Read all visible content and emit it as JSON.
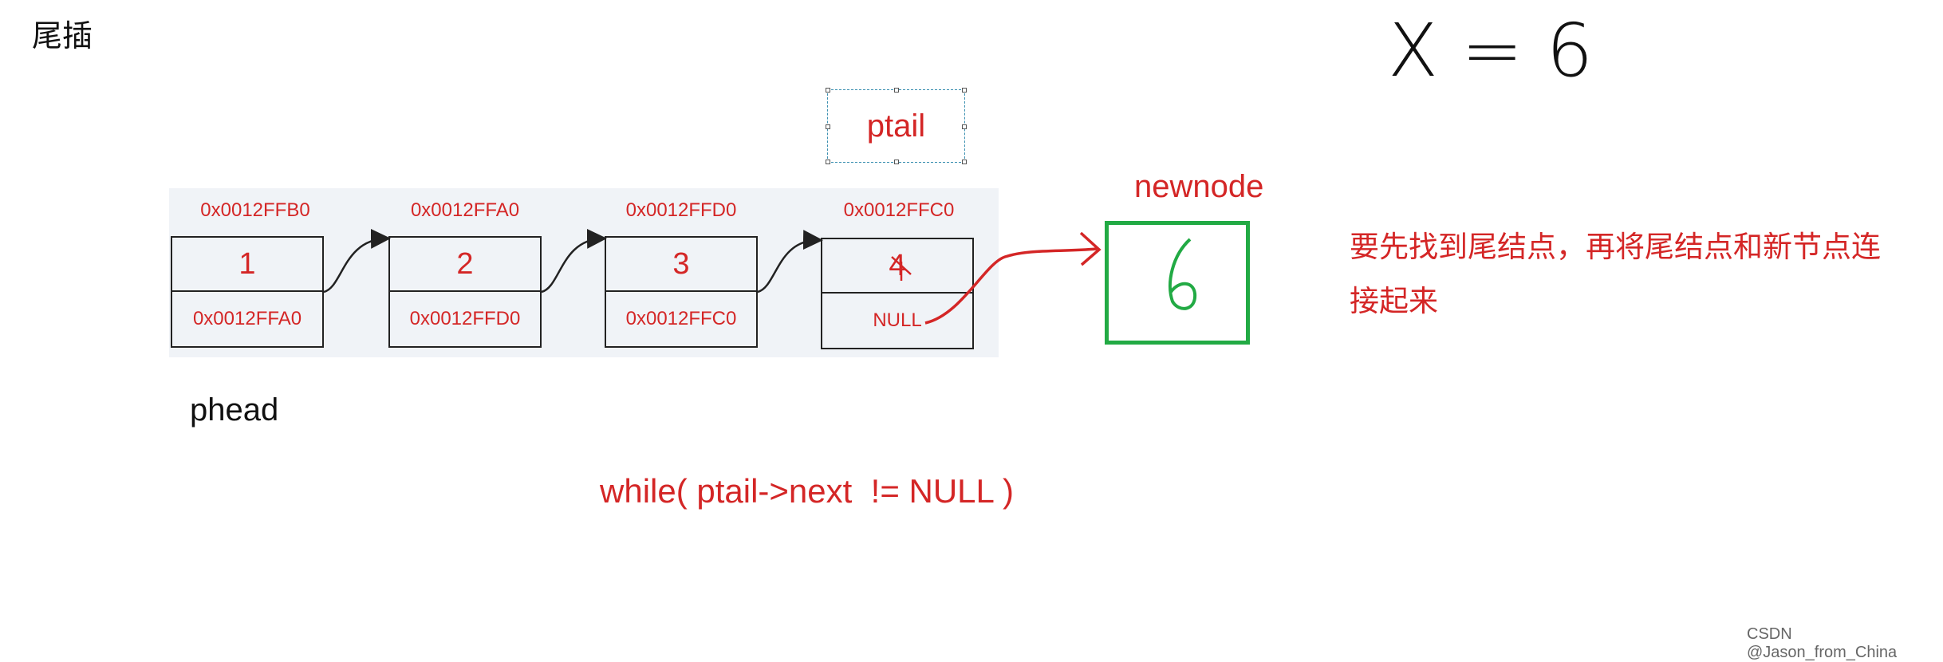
{
  "title": "尾插",
  "handwritten_assignment": "X = 6",
  "ptail_label": "ptail",
  "nodes": [
    {
      "address": "0x0012FFB0",
      "value": "1",
      "next": "0x0012FFA0"
    },
    {
      "address": "0x0012FFA0",
      "value": "2",
      "next": "0x0012FFD0"
    },
    {
      "address": "0x0012FFD0",
      "value": "3",
      "next": "0x0012FFC0"
    },
    {
      "address": "0x0012FFC0",
      "value": "4",
      "next": "NULL"
    }
  ],
  "newnode": {
    "label": "newnode",
    "value": "6"
  },
  "note_lines": [
    "要先找到尾结点，再将尾结点和新节点连",
    "接起来"
  ],
  "phead_label": "phead",
  "condition": "while( ptail->next  != NULL )",
  "credit": "CSDN @Jason_from_China",
  "colors": {
    "red_text": "#d42626",
    "green": "#22aa44",
    "panel": "#f0f3f7"
  }
}
